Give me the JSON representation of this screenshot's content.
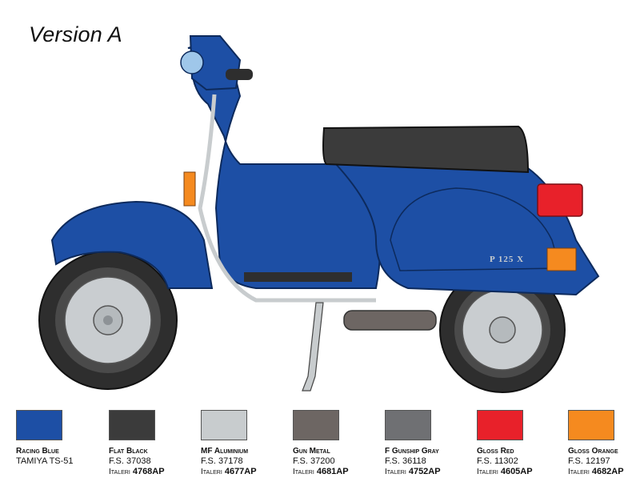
{
  "title": "Version A",
  "badge_text": "P 125 X",
  "paints": [
    {
      "name": "Racing Blue",
      "line1": "TAMIYA TS-51",
      "brand": "",
      "code": "",
      "color": "#1d4fa5"
    },
    {
      "name": "Flat Black",
      "line1": "F.S. 37038",
      "brand": "Italeri",
      "code": "4768AP",
      "color": "#3b3b3b"
    },
    {
      "name": "MF Aluminium",
      "line1": "F.S. 37178",
      "brand": "Italeri",
      "code": "4677AP",
      "color": "#c8ccce"
    },
    {
      "name": "Gun Metal",
      "line1": "F.S. 37200",
      "brand": "Italeri",
      "code": "4681AP",
      "color": "#6d6663"
    },
    {
      "name": "F Gunship Gray",
      "line1": "F.S. 36118",
      "brand": "Italeri",
      "code": "4752AP",
      "color": "#6f7073"
    },
    {
      "name": "Gloss Red",
      "line1": "F.S. 11302",
      "brand": "Italeri",
      "code": "4605AP",
      "color": "#e8212a"
    },
    {
      "name": "Gloss Orange",
      "line1": "F.S. 12197",
      "brand": "Italeri",
      "code": "4682AP",
      "color": "#f58a1f"
    }
  ]
}
